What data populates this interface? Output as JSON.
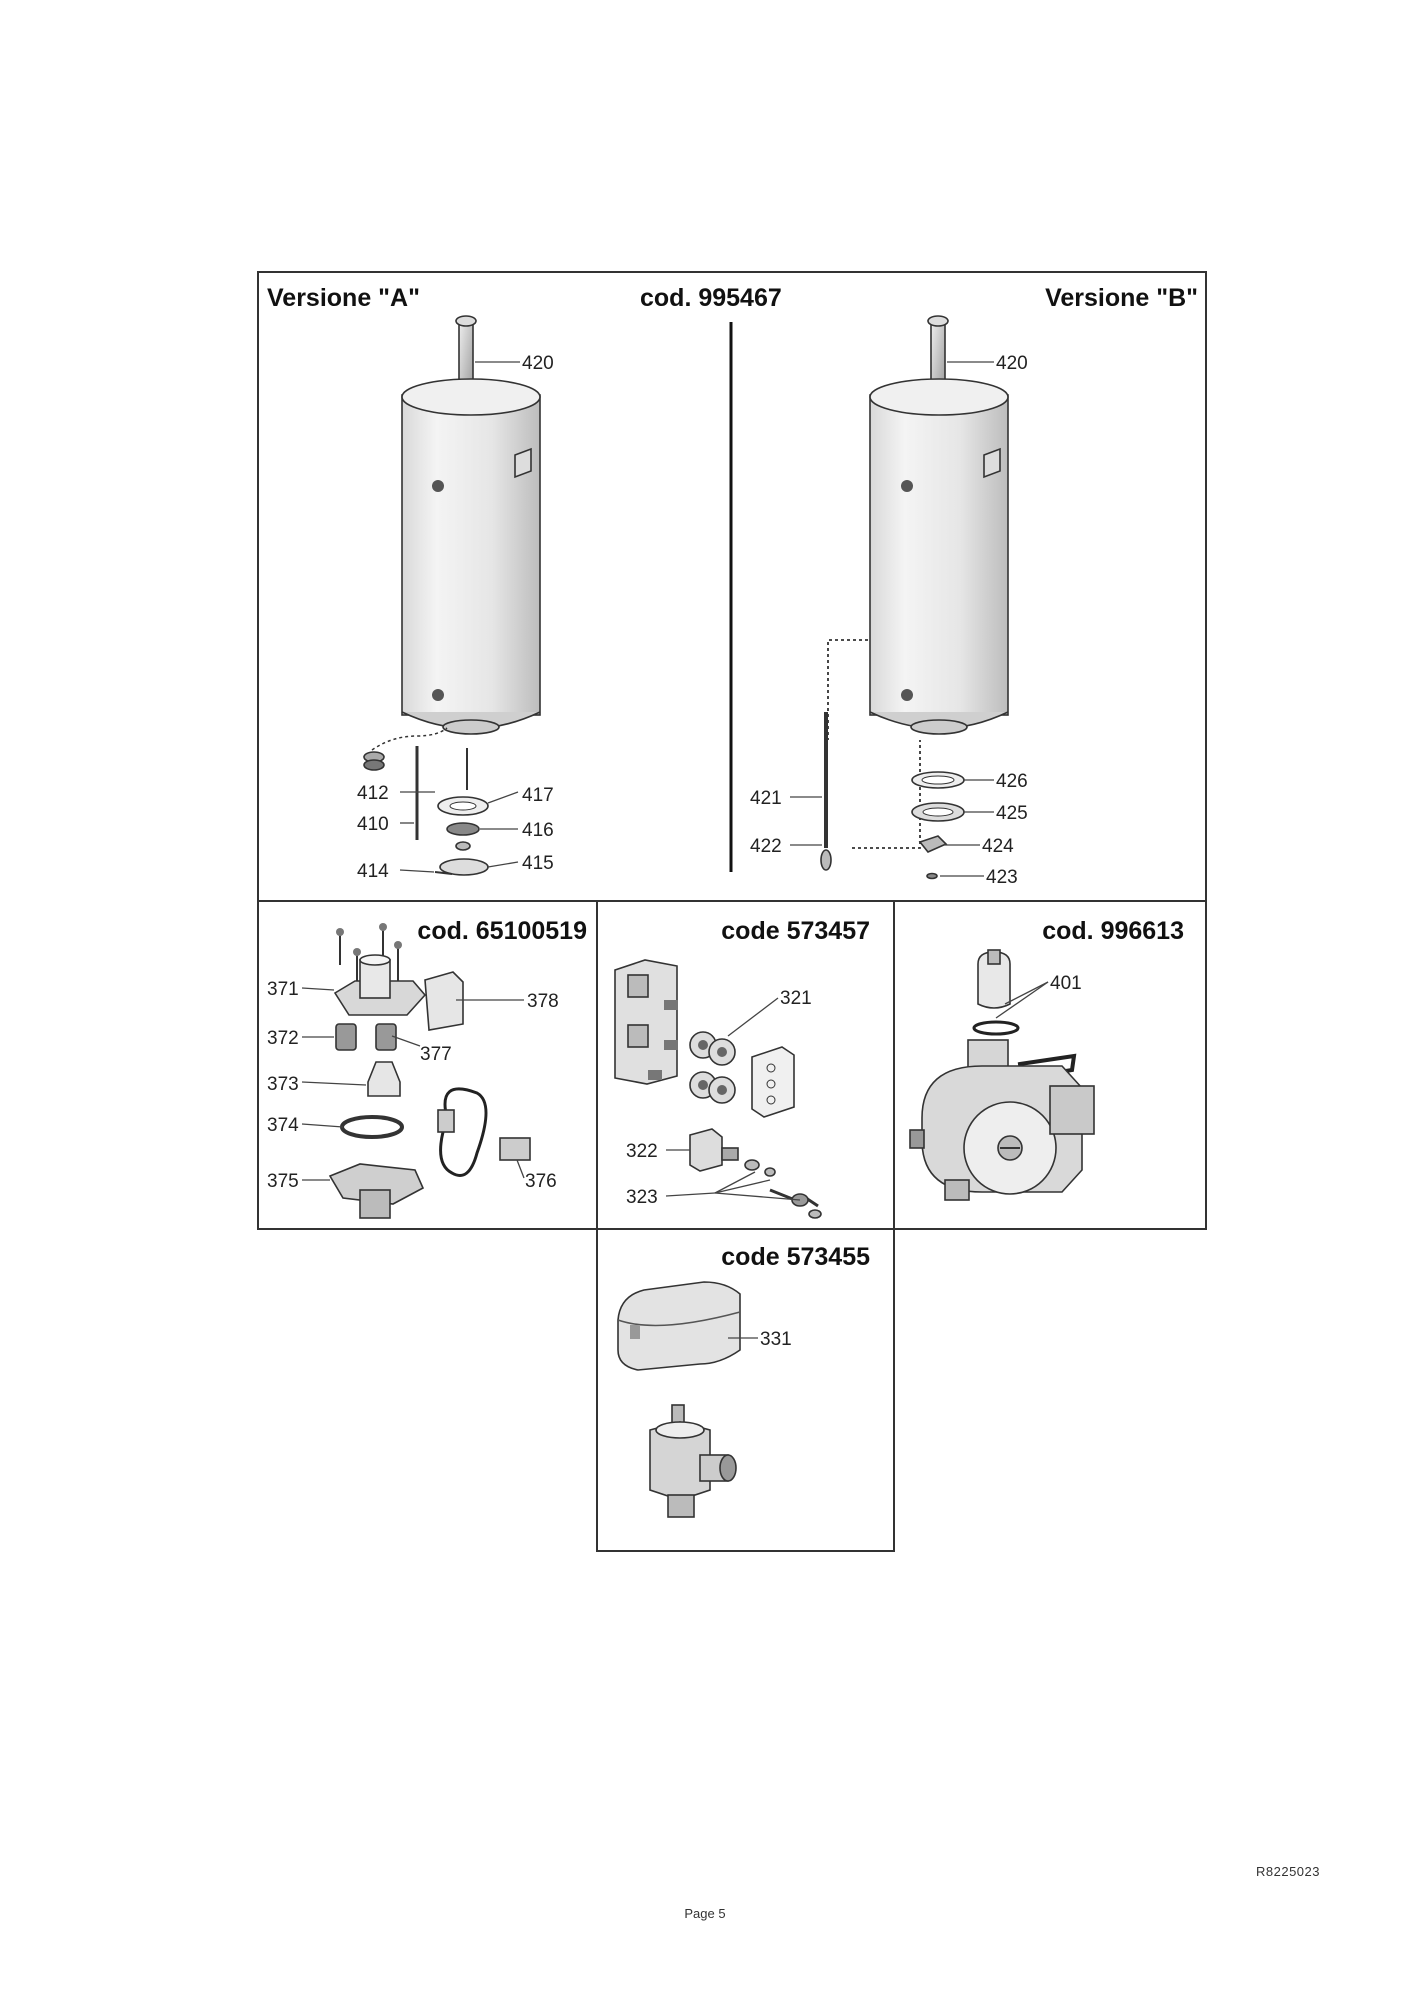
{
  "panels": {
    "top": {
      "left_title": "Versione \"A\"",
      "center_code": "cod. 995467",
      "right_title": "Versione \"B\"",
      "labels_a": [
        "420",
        "412",
        "410",
        "414",
        "417",
        "416",
        "415"
      ],
      "labels_b": [
        "420",
        "421",
        "422",
        "426",
        "425",
        "424",
        "423"
      ]
    },
    "valve_kit": {
      "code": "cod. 65100519",
      "labels": [
        "371",
        "372",
        "373",
        "374",
        "375",
        "378",
        "377",
        "376"
      ]
    },
    "solenoid": {
      "code": "code 573457",
      "labels": [
        "321",
        "322",
        "323"
      ]
    },
    "pump": {
      "code": "cod. 996613",
      "labels": [
        "401"
      ]
    },
    "actuator": {
      "code": "code 573455",
      "labels": [
        "331"
      ]
    }
  },
  "footer": {
    "ref": "R8225023",
    "page": "Page 5"
  }
}
